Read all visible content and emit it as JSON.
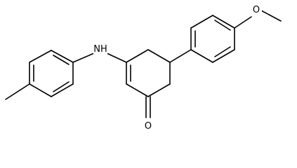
{
  "atoms": {
    "nh": {
      "label": "NH"
    },
    "ketone_o": {
      "label": "O"
    },
    "ether_o": {
      "label": "O"
    }
  },
  "colors": {
    "bond": "#000000",
    "background": "#ffffff"
  }
}
